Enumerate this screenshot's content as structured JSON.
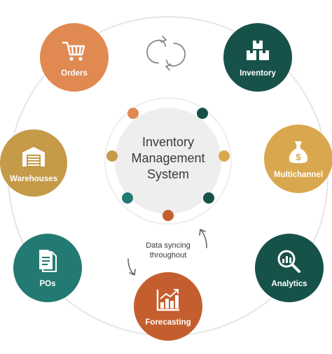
{
  "center": {
    "lines": [
      "Inventory",
      "Management",
      "System"
    ]
  },
  "sync_note": {
    "lines": [
      "Data syncing",
      "throughout"
    ]
  },
  "colors": {
    "orange": "#e08a52",
    "dark_green": "#17524a",
    "gold": "#d9a84e",
    "teal": "#237a72",
    "rust": "#c45e2e",
    "ring": "#e6e6e6",
    "center_disc": "#eeeeee"
  },
  "nodes": [
    {
      "id": "orders",
      "label": "Orders",
      "icon": "shopping-cart-icon",
      "color": "#e08a52"
    },
    {
      "id": "inventory",
      "label": "Inventory",
      "icon": "boxes-icon",
      "color": "#17524a"
    },
    {
      "id": "multichannel",
      "label": "Multichannel",
      "icon": "money-bag-icon",
      "color": "#d9a84e"
    },
    {
      "id": "analytics",
      "label": "Analytics",
      "icon": "magnifier-chart-icon",
      "color": "#17524a"
    },
    {
      "id": "forecasting",
      "label": "Forecasting",
      "icon": "bar-chart-icon",
      "color": "#c45e2e"
    },
    {
      "id": "pos",
      "label": "POs",
      "icon": "documents-icon",
      "color": "#237a72"
    },
    {
      "id": "warehouses",
      "label": "Warehouses",
      "icon": "warehouse-icon",
      "color": "#c59a48"
    }
  ],
  "inner_dots": [
    "#e08a52",
    "#17524a",
    "#d9a84e",
    "#17524a",
    "#c45e2e",
    "#237a72",
    "#c59a48"
  ]
}
